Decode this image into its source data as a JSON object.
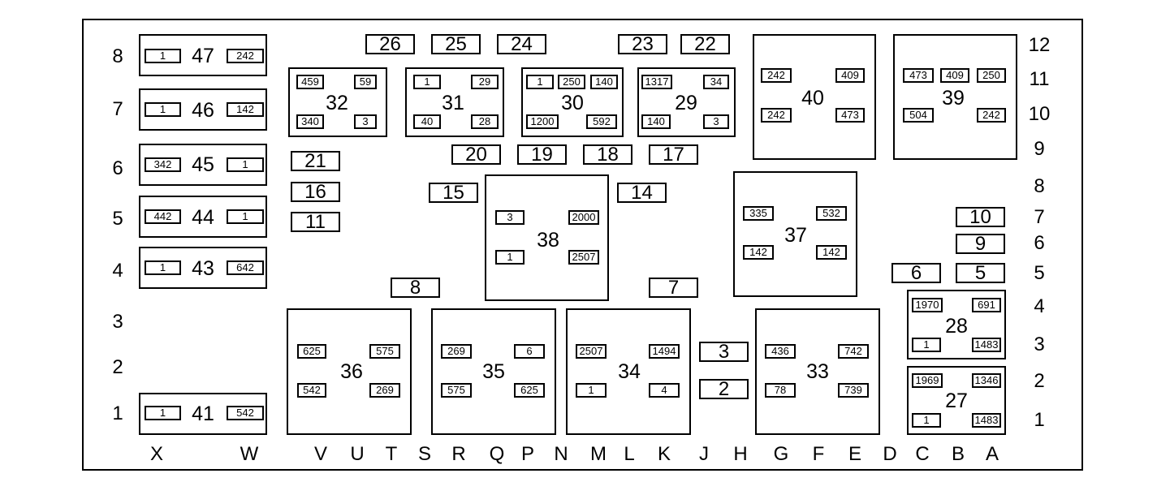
{
  "row_labels_left": [
    "8",
    "7",
    "6",
    "5",
    "4",
    "3",
    "2",
    "1"
  ],
  "row_labels_right": [
    "12",
    "11",
    "10",
    "9",
    "8",
    "7",
    "6",
    "5",
    "4",
    "3",
    "2",
    "1"
  ],
  "column_labels": [
    "X",
    "W",
    "V",
    "U",
    "T",
    "S",
    "R",
    "Q",
    "P",
    "N",
    "M",
    "L",
    "K",
    "J",
    "H",
    "G",
    "F",
    "E",
    "D",
    "C",
    "B",
    "A"
  ],
  "fuses": [
    "26",
    "25",
    "24",
    "23",
    "22",
    "20",
    "19",
    "18",
    "17",
    "21",
    "16",
    "11",
    "15",
    "14",
    "10",
    "9",
    "6",
    "5",
    "8",
    "7",
    "3",
    "2"
  ],
  "relays": [
    {
      "number": "47",
      "pins": [
        "1",
        "242"
      ]
    },
    {
      "number": "46",
      "pins": [
        "1",
        "142"
      ]
    },
    {
      "number": "45",
      "pins": [
        "342",
        "1"
      ]
    },
    {
      "number": "44",
      "pins": [
        "442",
        "1"
      ]
    },
    {
      "number": "43",
      "pins": [
        "1",
        "642"
      ]
    },
    {
      "number": "41",
      "pins": [
        "1",
        "542"
      ]
    },
    {
      "number": "32",
      "pins": [
        "459",
        "59",
        "340",
        "3"
      ]
    },
    {
      "number": "31",
      "pins": [
        "1",
        "29",
        "40",
        "28"
      ]
    },
    {
      "number": "30",
      "pins": [
        "1",
        "250",
        "140",
        "1200",
        "592"
      ]
    },
    {
      "number": "29",
      "pins": [
        "1317",
        "34",
        "140",
        "3"
      ]
    },
    {
      "number": "40",
      "pins": [
        "242",
        "409",
        "242",
        "473"
      ]
    },
    {
      "number": "39",
      "pins": [
        "473",
        "409",
        "250",
        "504",
        "242"
      ]
    },
    {
      "number": "38",
      "pins": [
        "3",
        "2000",
        "1",
        "2507"
      ]
    },
    {
      "number": "37",
      "pins": [
        "335",
        "532",
        "142",
        "142"
      ]
    },
    {
      "number": "36",
      "pins": [
        "625",
        "575",
        "542",
        "269"
      ]
    },
    {
      "number": "35",
      "pins": [
        "269",
        "6",
        "575",
        "625"
      ]
    },
    {
      "number": "34",
      "pins": [
        "2507",
        "1494",
        "1",
        "4"
      ]
    },
    {
      "number": "33",
      "pins": [
        "436",
        "742",
        "78",
        "739"
      ]
    },
    {
      "number": "28",
      "pins": [
        "1970",
        "691",
        "1",
        "1483"
      ]
    },
    {
      "number": "27",
      "pins": [
        "1969",
        "1346",
        "1",
        "1483"
      ]
    }
  ]
}
